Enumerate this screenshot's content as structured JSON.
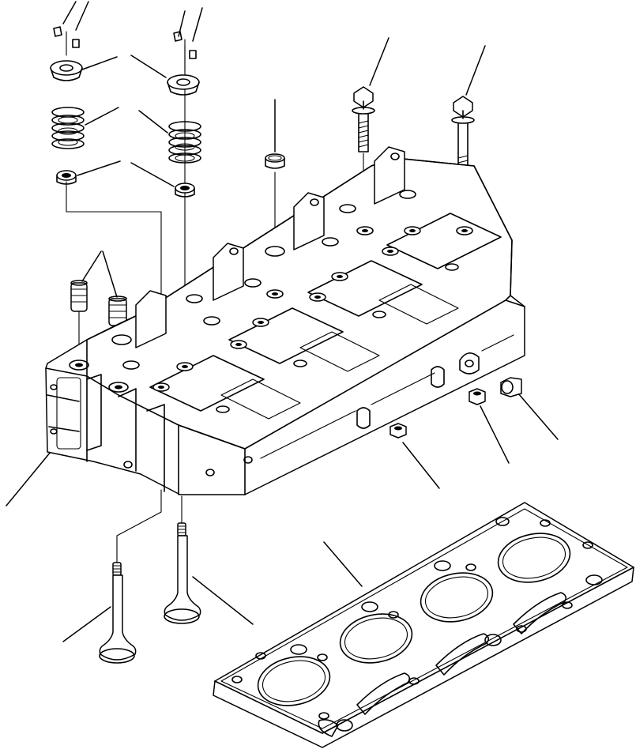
{
  "diagram": {
    "type": "exploded-parts-view",
    "colors": {
      "line": "#000000",
      "background": "#ffffff"
    },
    "parts": [
      "valve-keeper",
      "spring-retainer",
      "valve-spring",
      "valve-stem-seal",
      "injector-sleeve",
      "head-bolt",
      "cylinder-head",
      "plug",
      "intake-valve",
      "exhaust-valve",
      "head-gasket"
    ]
  }
}
